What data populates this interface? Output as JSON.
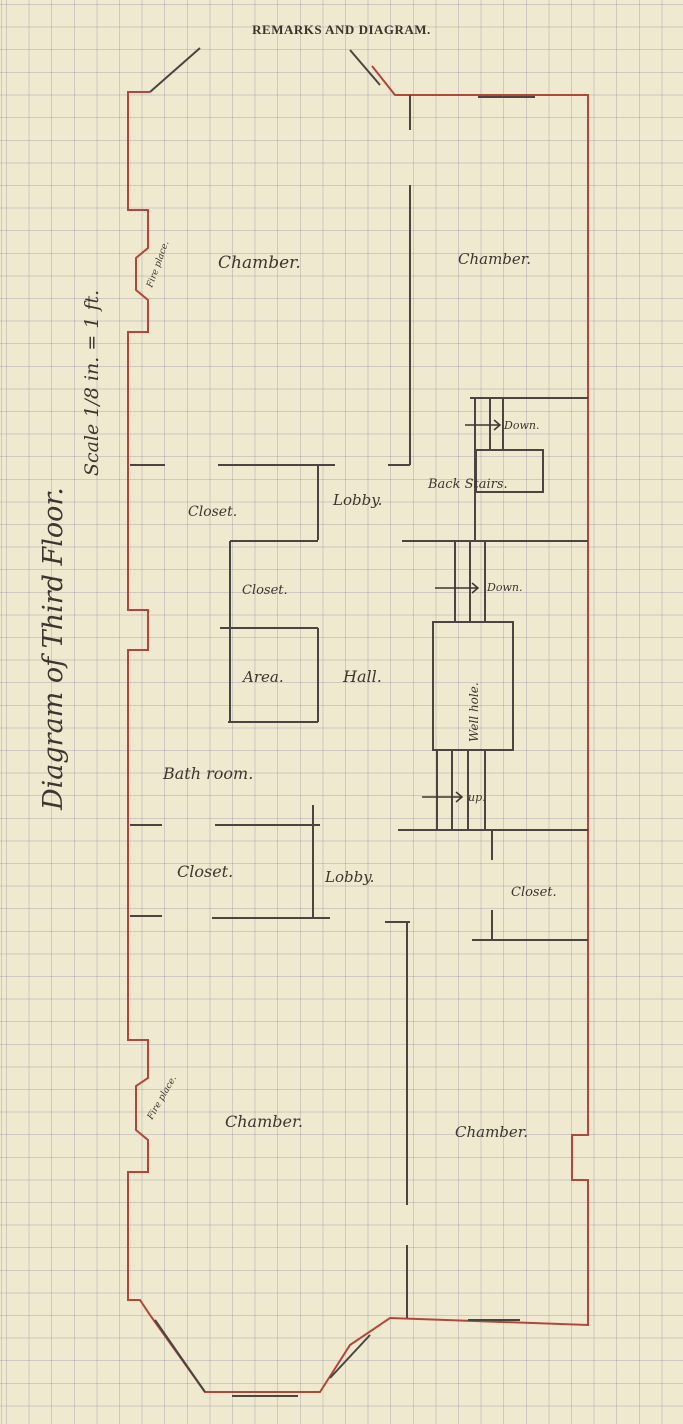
{
  "header": {
    "title": "REMARKS AND DIAGRAM."
  },
  "diagram": {
    "title": "Diagram of Third Floor.",
    "scale": "Scale 1/8 in. = 1 ft.",
    "rooms": {
      "chamber_tl": "Chamber.",
      "chamber_tr": "Chamber.",
      "closet_1": "Closet.",
      "lobby_1": "Lobby.",
      "back_stairs": "Back Stairs.",
      "down_1": "Down.",
      "closet_2": "Closet.",
      "down_2": "Down.",
      "area": "Area.",
      "hall": "Hall.",
      "well_hole": "Well hole.",
      "bath_room": "Bath room.",
      "up": "up.",
      "closet_3": "Closet.",
      "lobby_2": "Lobby.",
      "closet_4": "Closet.",
      "chamber_bl": "Chamber.",
      "chamber_br": "Chamber.",
      "fire_place_1": "Fire place.",
      "fire_place_2": "Fire place."
    },
    "colors": {
      "outline": "#b3463a",
      "walls": "#4a4540"
    }
  }
}
